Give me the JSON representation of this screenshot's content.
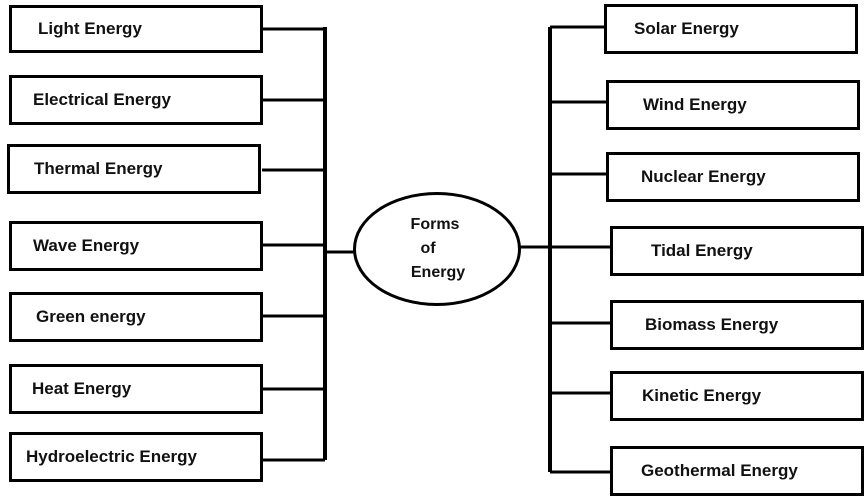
{
  "center": {
    "lines": [
      "Forms",
      "of",
      "Energy"
    ]
  },
  "left_items": [
    "Light Energy",
    "Electrical Energy",
    "Thermal Energy",
    "Wave Energy",
    "Green energy",
    "Heat Energy",
    "Hydroelectric Energy"
  ],
  "right_items": [
    "Solar Energy",
    "Wind Energy",
    "Nuclear Energy",
    "Tidal Energy",
    "Biomass Energy",
    "Kinetic Energy",
    "Geothermal Energy"
  ],
  "colors": {
    "stroke": "#000000",
    "background": "#ffffff",
    "text": "#111111"
  }
}
